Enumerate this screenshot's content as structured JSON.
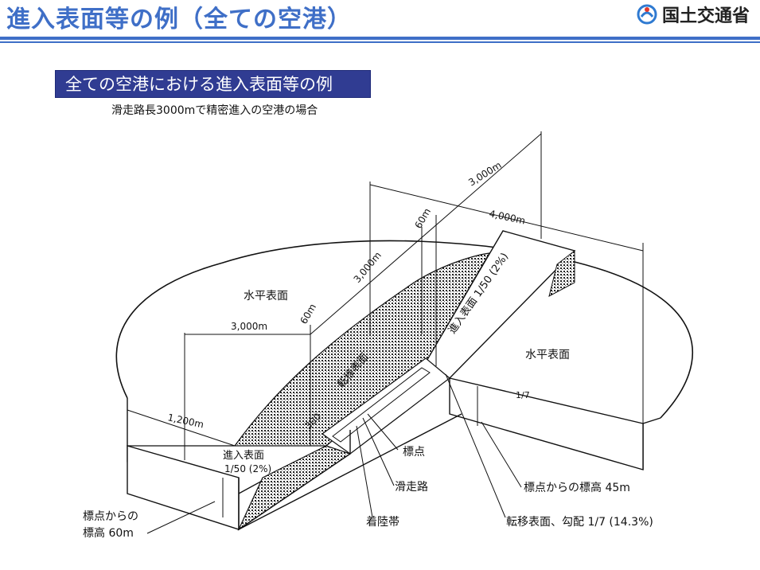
{
  "header": {
    "title": "進入表面等の例（全ての空港）",
    "logo_text": "国土交通省",
    "accent_color": "#3f6fc7"
  },
  "subtitle": "全ての空港における進入表面等の例",
  "caption": "滑走路長3000mで精密進入の空港の場合",
  "diagram": {
    "dimensions": {
      "d_3000_top": "3,000m",
      "d_4000": "4,000m",
      "d_60_top": "60m",
      "d_3000_mid": "3,000m",
      "d_3000_left": "3,000m",
      "d_60_left": "60m",
      "d_1200": "1,200m",
      "d_300": "300",
      "frac_1_7": "1/7"
    },
    "labels": {
      "horizontal_surface_left": "水平表面",
      "horizontal_surface_right": "水平表面",
      "approach_surface_far": "進入表面 1/50 (2%)",
      "approach_surface_near_1": "進入表面",
      "approach_surface_near_2": "1/50 (2%)",
      "transitional_on_slope": "転移表面",
      "reference_point": "標点",
      "runway": "滑走路",
      "runway_strip": "着陸帯",
      "elev_45": "標点からの標高 45m",
      "transitional_surface": "転移表面、勾配 1/7 (14.3%)",
      "elev_60_line1": "標点からの",
      "elev_60_line2": "標高 60m"
    }
  }
}
